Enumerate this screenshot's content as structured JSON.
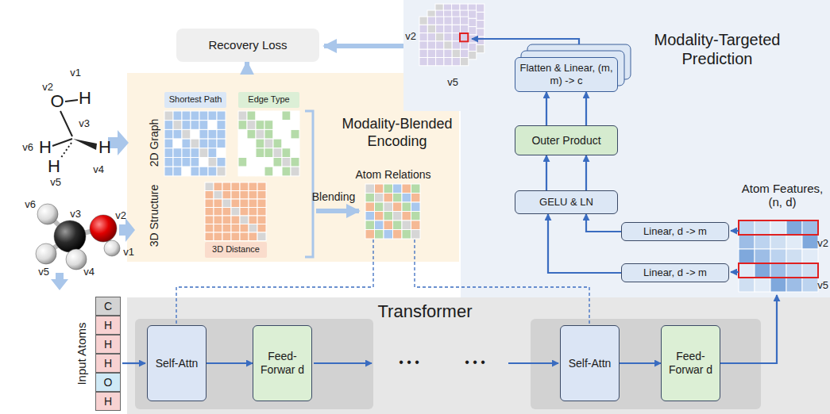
{
  "diagram": {
    "nodes": [
      {
        "text": [
          "Recovery Loss"
        ]
      },
      {
        "text": [
          "Modality-Blended Encoding"
        ]
      },
      {
        "text": [
          "Shortest Path"
        ],
        "in": 1
      },
      {
        "text": [
          "Edge Type"
        ],
        "in": 1
      },
      {
        "text": [
          "3D Distance"
        ],
        "in": 1
      },
      {
        "text": [
          "Modality-Targeted Prediction"
        ]
      },
      {
        "text": [
          "Flatten & Linear, (m, m) -> c"
        ],
        "in": 5
      },
      {
        "text": [
          "Outer Product"
        ],
        "in": 5
      },
      {
        "text": [
          "GELU & LN"
        ],
        "in": 5
      },
      {
        "text": [
          "Linear, d -> m"
        ],
        "in": 5
      },
      {
        "text": [
          "Linear, d -> m"
        ],
        "in": 5
      },
      {
        "text": [
          "Transformer"
        ]
      },
      {
        "text": [
          "Self-Attn"
        ],
        "in": 11
      },
      {
        "text": [
          "Feed-Forwar d"
        ],
        "in": 11
      },
      {
        "text": [
          "Self-Attn"
        ],
        "in": 11
      },
      {
        "text": [
          "Feed-Forwar d"
        ],
        "in": 11
      },
      {
        "text": [
          "C"
        ]
      },
      {
        "text": [
          "H"
        ]
      },
      {
        "text": [
          "H"
        ]
      },
      {
        "text": [
          "H"
        ]
      },
      {
        "text": [
          "O"
        ]
      },
      {
        "text": [
          "H"
        ]
      }
    ],
    "edges": [
      {
        "from": 1,
        "to": 0,
        "arrow": "to"
      },
      {
        "from": 12,
        "to": 13,
        "arrow": "to"
      },
      {
        "from": 14,
        "to": 15,
        "arrow": "to"
      },
      {
        "from": 9,
        "to": 8,
        "arrow": "to"
      },
      {
        "from": 10,
        "to": 8,
        "arrow": "to"
      },
      {
        "from": 8,
        "to": 7,
        "arrow": "to"
      },
      {
        "from": 8,
        "to": 7,
        "arrow": "to"
      },
      {
        "from": 7,
        "to": 6,
        "arrow": "to"
      },
      {
        "from": 7,
        "to": 6,
        "arrow": "to"
      }
    ],
    "labels": [
      "2D Graph",
      "3D Structure",
      "Blending",
      "Atom Relations",
      "Atom Features, (n, d)",
      "Input Atoms",
      "• • •",
      "• • •",
      "v1",
      "H",
      "v2",
      "O",
      "v3",
      "v6",
      "H",
      "H",
      "v4",
      "H",
      "v5",
      "v6",
      "v3",
      "v2",
      "v1",
      "v5",
      "v4",
      "v2",
      "v5",
      "v2",
      "v5"
    ]
  }
}
